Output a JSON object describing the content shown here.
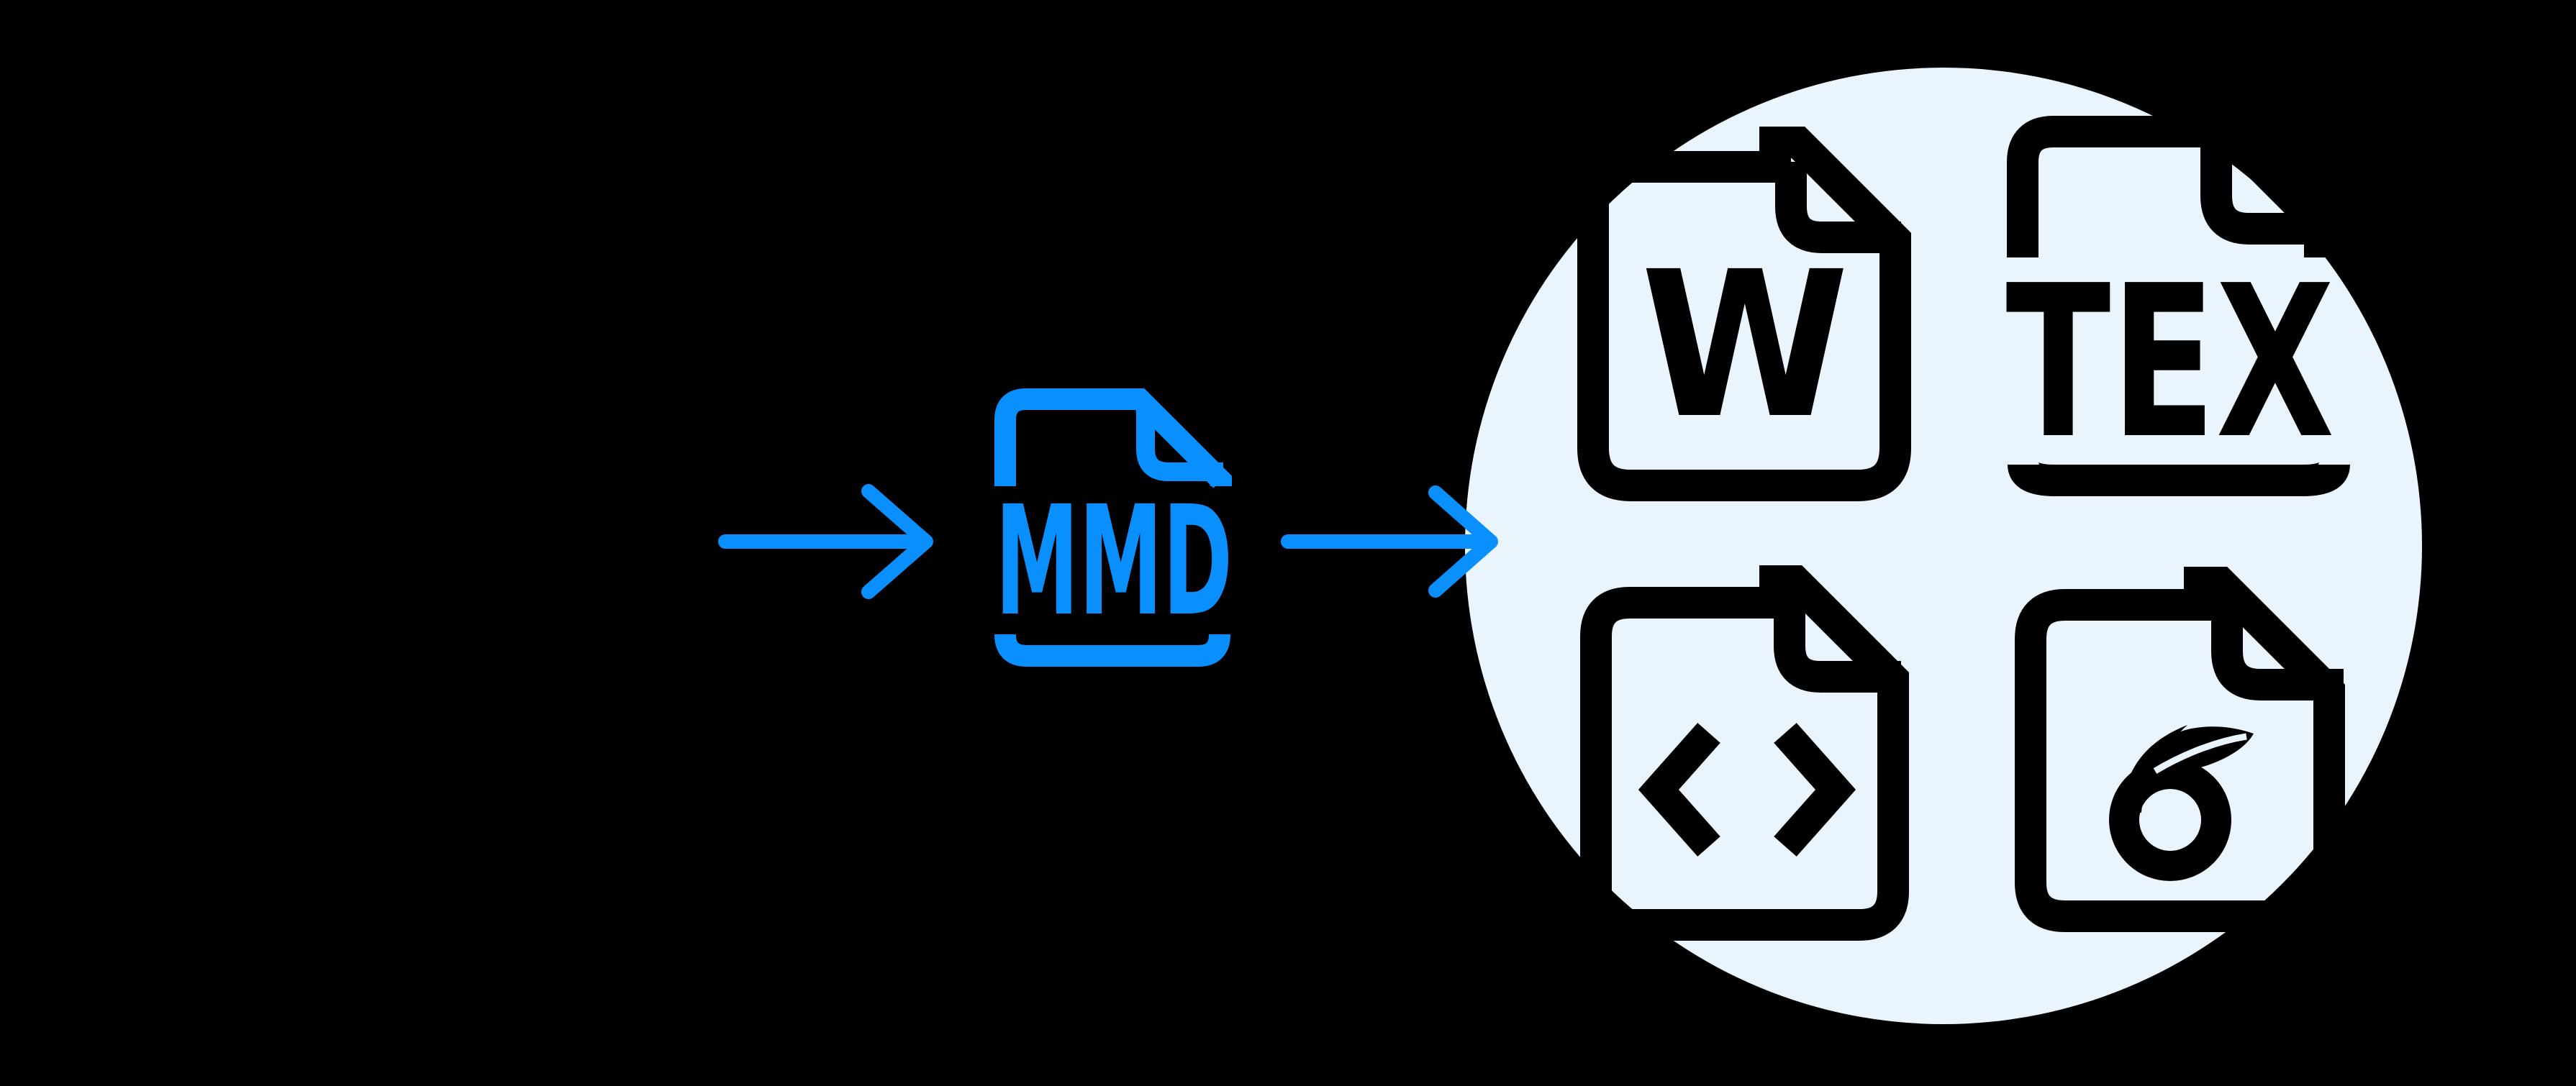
{
  "colors": {
    "background": "#000000",
    "accent_blue": "#0A8FFF",
    "circle_fill": "#E9F4FC",
    "icon_ink": "#000000"
  },
  "diagram": {
    "source": {
      "label": "MMD",
      "icon": "mmd-file-icon"
    },
    "connectors": {
      "input_arrow_icon": "right-arrow-icon",
      "output_arrow_icon": "right-arrow-icon"
    },
    "outputs": {
      "word": {
        "label": "W",
        "icon": "word-file-icon"
      },
      "latex": {
        "label": "TEX",
        "icon": "latex-file-icon"
      },
      "html": {
        "label": "<>",
        "icon": "html-file-icon"
      },
      "mmd6": {
        "label": "",
        "icon": "mmd6-leaf-file-icon"
      }
    }
  }
}
